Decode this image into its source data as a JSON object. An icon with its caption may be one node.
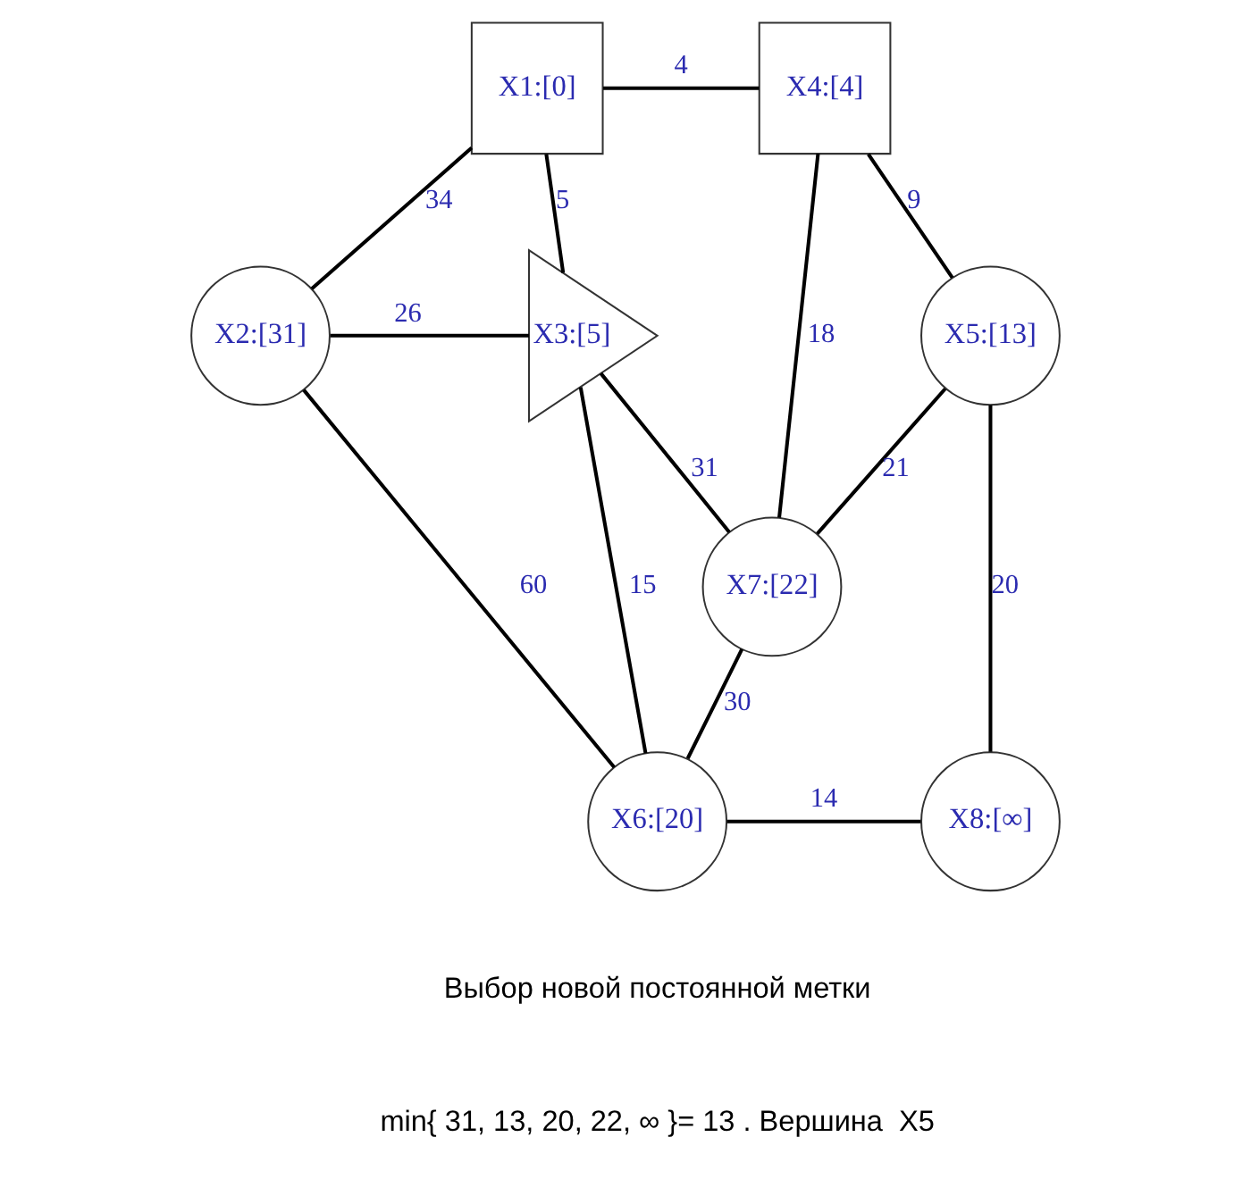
{
  "diagram": {
    "nodes": [
      {
        "text": [
          "X1:[0]"
        ]
      },
      {
        "text": [
          "X4:[4]"
        ]
      },
      {
        "text": [
          "X2:[31]"
        ]
      },
      {
        "text": [
          "X3:[5]"
        ]
      },
      {
        "text": [
          "X5:[13]"
        ]
      },
      {
        "text": [
          "X7:[22]"
        ]
      },
      {
        "text": [
          "X6:[20]"
        ]
      },
      {
        "text": [
          "X8:[∞]"
        ]
      }
    ],
    "edges": [
      {
        "from": 0,
        "to": 1,
        "arrow": "none",
        "label": "4"
      },
      {
        "from": 0,
        "to": 2,
        "arrow": "none",
        "label": "34"
      },
      {
        "from": 0,
        "to": 3,
        "arrow": "none",
        "label": "5"
      },
      {
        "from": 1,
        "to": 5,
        "arrow": "none",
        "label": "18"
      },
      {
        "from": 1,
        "to": 4,
        "arrow": "none",
        "label": "9"
      },
      {
        "from": 2,
        "to": 3,
        "arrow": "none",
        "label": "26"
      },
      {
        "from": 3,
        "to": 5,
        "arrow": "none",
        "label": "31"
      },
      {
        "from": 4,
        "to": 5,
        "arrow": "none",
        "label": "21"
      },
      {
        "from": 2,
        "to": 6,
        "arrow": "none",
        "label": "60"
      },
      {
        "from": 3,
        "to": 6,
        "arrow": "none",
        "label": "15"
      },
      {
        "from": 4,
        "to": 7,
        "arrow": "none",
        "label": "20"
      },
      {
        "from": 5,
        "to": 6,
        "arrow": "none",
        "label": "30"
      },
      {
        "from": 6,
        "to": 7,
        "arrow": "none",
        "label": "14"
      }
    ],
    "labels": [
      "Выбор новой постоянной метки",
      "min{ 31, 13, 20, 22, ∞ }= 13 . Вершина  X5"
    ]
  }
}
